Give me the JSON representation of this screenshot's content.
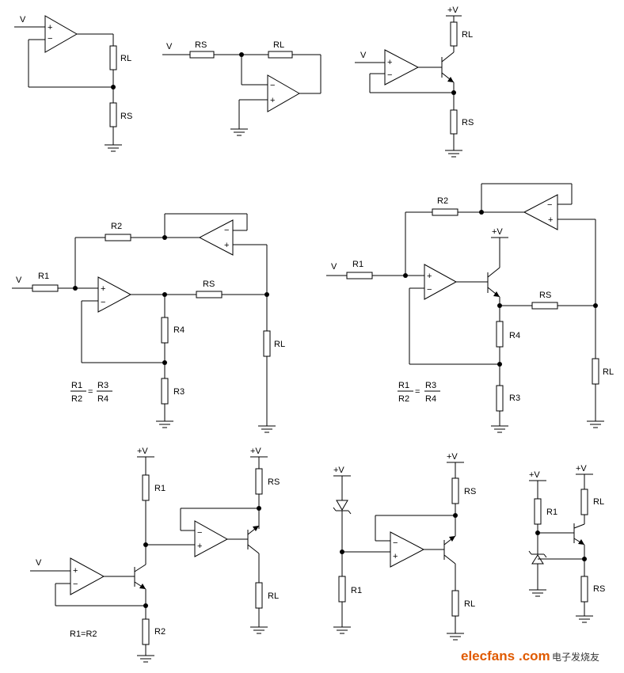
{
  "labels": {
    "v": "V",
    "plus_v": "+V",
    "rl": "RL",
    "rs": "RS",
    "r1": "R1",
    "r2": "R2",
    "r3": "R3",
    "r4": "R4",
    "plus": "+",
    "minus": "−"
  },
  "formulas": {
    "ratio_num_left": "R1",
    "ratio_den_left": "R2",
    "ratio_num_right": "R3",
    "ratio_den_right": "R4",
    "eq": "=",
    "equal_r1_r2": "R1=R2"
  },
  "watermark": {
    "brand": "elecfans",
    "dotcom": ".com",
    "cn": "电子发烧友"
  }
}
